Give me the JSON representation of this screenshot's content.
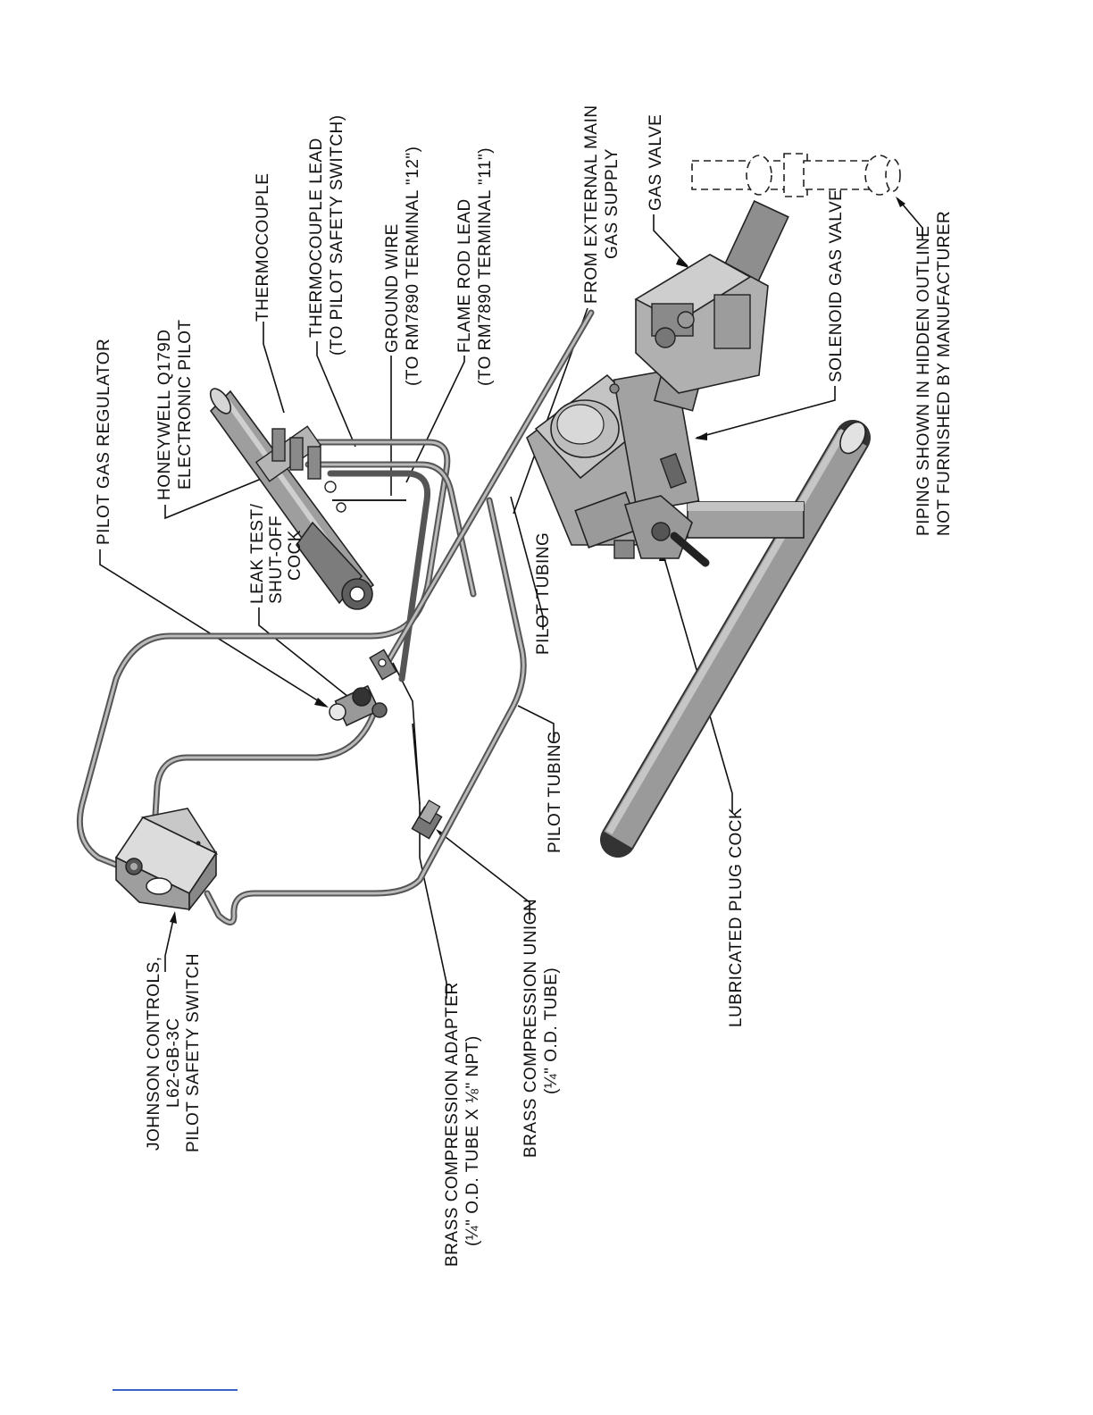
{
  "figure": {
    "labels": {
      "pilot_gas_regulator": "PILOT GAS REGULATOR",
      "honeywell_1": "HONEYWELL Q179D",
      "honeywell_2": "ELECTRONIC PILOT",
      "thermocouple": "THERMOCOUPLE",
      "thermocouple_lead_1": "THERMOCOUPLE LEAD",
      "thermocouple_lead_2": "(TO PILOT SAFETY SWITCH)",
      "ground_wire_1": "GROUND WIRE",
      "ground_wire_2": "(TO RM7890 TERMINAL \"12\")",
      "flame_rod_1": "FLAME ROD LEAD",
      "flame_rod_2": "(TO RM7890 TERMINAL \"11\")",
      "external_main_1": "FROM EXTERNAL MAIN",
      "external_main_2": "GAS SUPPLY",
      "gas_valve": "GAS VALVE",
      "solenoid_gas_valve": "SOLENOID GAS VALVE",
      "piping_hidden_1": "PIPING SHOWN IN HIDDEN OUTLINE",
      "piping_hidden_2": "NOT FURNISHED BY MANUFACTURER",
      "leak_test_1": "LEAK TEST/",
      "leak_test_2": "SHUT-OFF",
      "leak_test_3": "COCK",
      "pilot_tubing_upper": "PILOT TUBING",
      "pilot_tubing_lower": "PILOT TUBING",
      "lubricated_plug_cock": "LUBRICATED PLUG COCK",
      "johnson_1": "JOHNSON CONTROLS,",
      "johnson_2": "L62-GB-3C",
      "johnson_3": "PILOT SAFETY SWITCH",
      "brass_adapter_1": "BRASS COMPRESSION ADAPTER",
      "brass_adapter_2": "(¼\" O.D. TUBE X ⅛\" NPT)",
      "brass_union_1": "BRASS COMPRESSION UNION",
      "brass_union_2": "(¼\" O.D. TUBE)"
    }
  }
}
